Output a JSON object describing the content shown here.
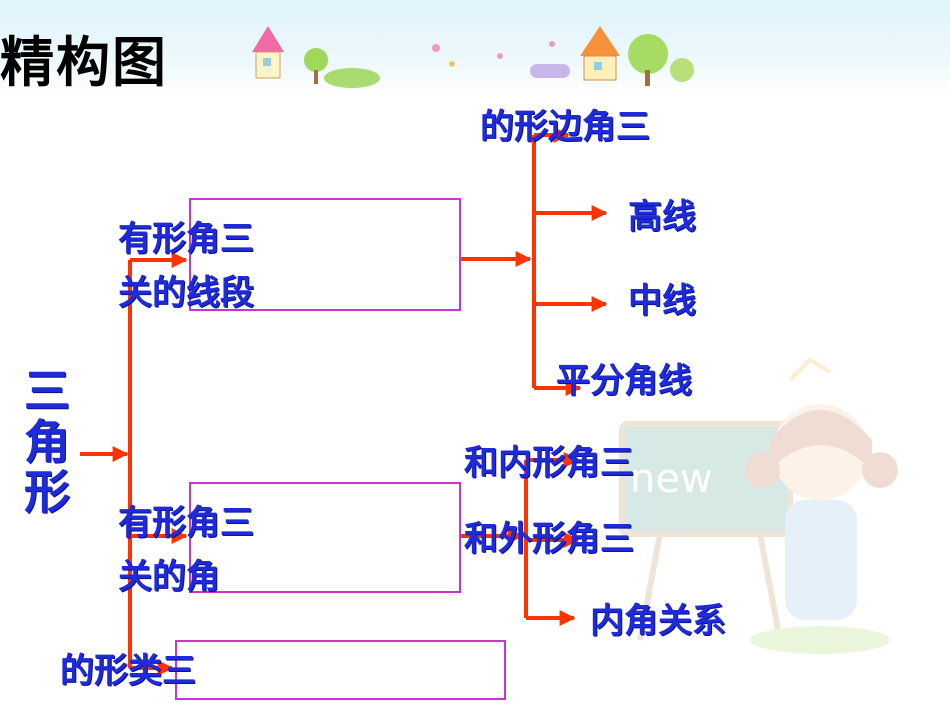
{
  "title": "精构图",
  "root": "三角形",
  "branches": {
    "lines": "有形角三\n关的线段",
    "angles": "有形角三\n关的角",
    "classify": "的形类三"
  },
  "lines_items": [
    "的形边角三",
    "高线",
    "中线",
    "平分角线"
  ],
  "angles_items": [
    "和内形角三",
    "和外形角三",
    "内角关系"
  ],
  "colors": {
    "text": "#1f2bd8",
    "arrow": "#ff3300",
    "box": "#cc33cc"
  }
}
